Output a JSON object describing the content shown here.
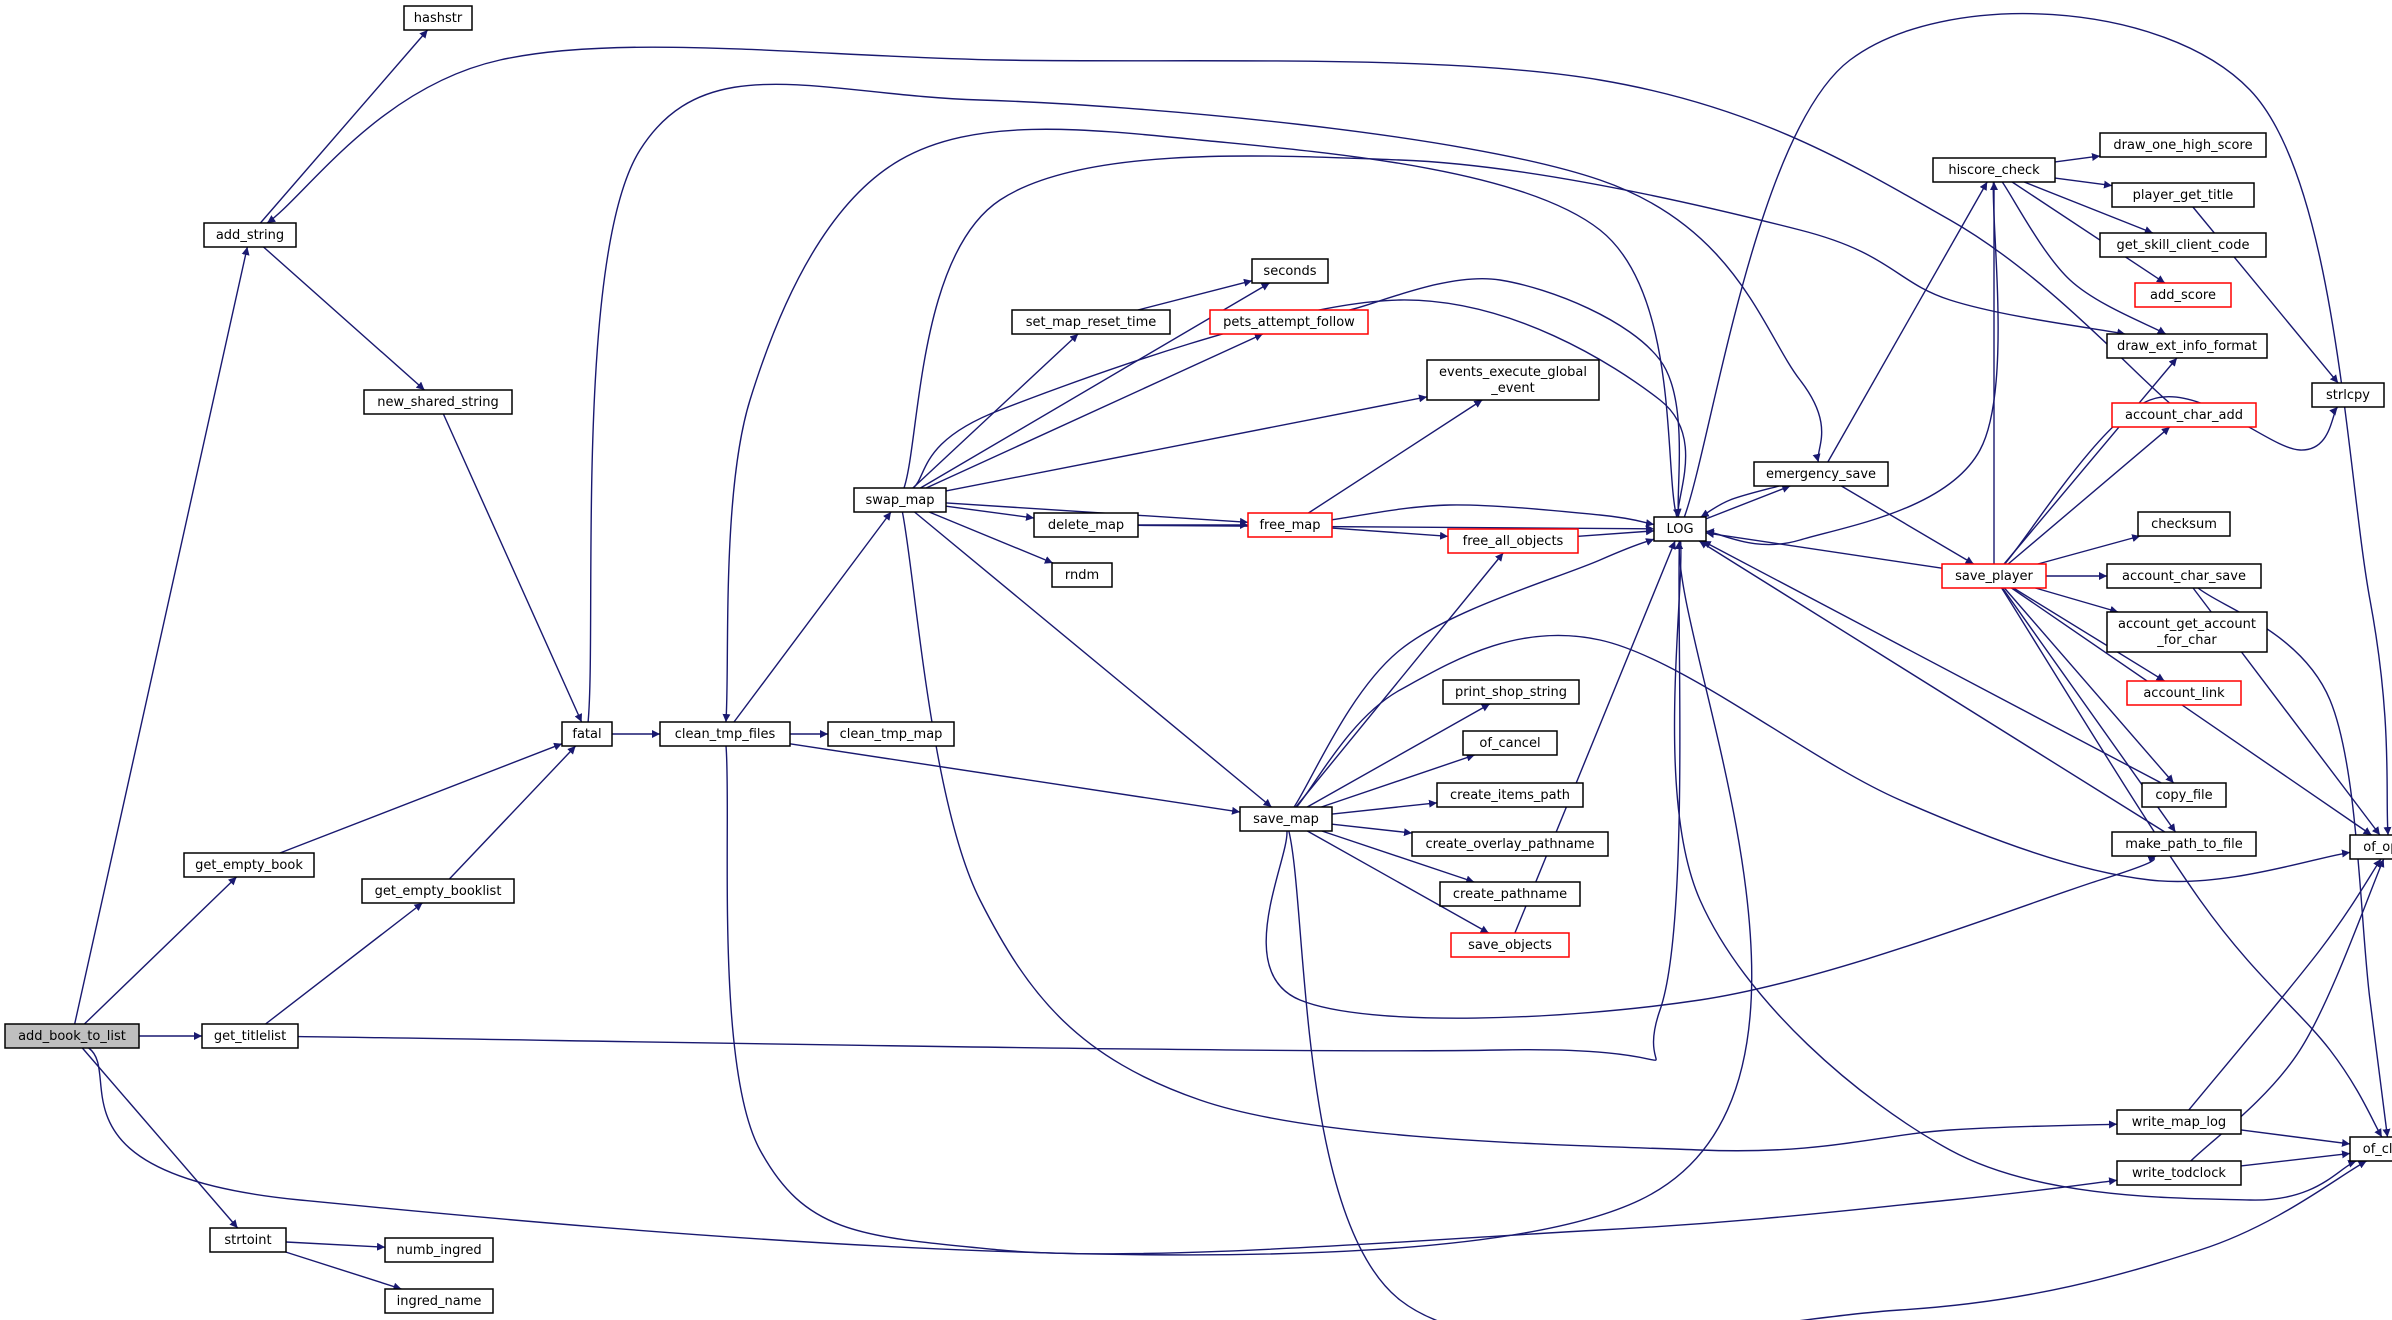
{
  "graph": {
    "edge_color": "#191970",
    "node_border": "#000000",
    "highlight_border": "#ff0000",
    "root_fill": "#bfbfbf",
    "nodes": [
      {
        "id": "add_book_to_list",
        "label": "add_book_to_list",
        "style": "root"
      },
      {
        "id": "add_string",
        "label": "add_string",
        "style": "normal"
      },
      {
        "id": "hashstr",
        "label": "hashstr",
        "style": "normal"
      },
      {
        "id": "new_shared_string",
        "label": "new_shared_string",
        "style": "normal"
      },
      {
        "id": "get_empty_book",
        "label": "get_empty_book",
        "style": "normal"
      },
      {
        "id": "get_empty_booklist",
        "label": "get_empty_booklist",
        "style": "normal"
      },
      {
        "id": "get_titlelist",
        "label": "get_titlelist",
        "style": "normal"
      },
      {
        "id": "strtoint",
        "label": "strtoint",
        "style": "normal"
      },
      {
        "id": "numb_ingred",
        "label": "numb_ingred",
        "style": "normal"
      },
      {
        "id": "ingred_name",
        "label": "ingred_name",
        "style": "normal"
      },
      {
        "id": "fatal",
        "label": "fatal",
        "style": "normal"
      },
      {
        "id": "clean_tmp_files",
        "label": "clean_tmp_files",
        "style": "normal"
      },
      {
        "id": "clean_tmp_map",
        "label": "clean_tmp_map",
        "style": "normal"
      },
      {
        "id": "swap_map",
        "label": "swap_map",
        "style": "normal"
      },
      {
        "id": "seconds",
        "label": "seconds",
        "style": "normal"
      },
      {
        "id": "set_map_reset_time",
        "label": "set_map_reset_time",
        "style": "normal"
      },
      {
        "id": "pets_attempt_follow",
        "label": "pets_attempt_follow",
        "style": "red"
      },
      {
        "id": "events_execute_global_event",
        "label": "events_execute_global\n_event",
        "style": "normal"
      },
      {
        "id": "delete_map",
        "label": "delete_map",
        "style": "normal"
      },
      {
        "id": "free_map",
        "label": "free_map",
        "style": "red"
      },
      {
        "id": "free_all_objects",
        "label": "free_all_objects",
        "style": "red"
      },
      {
        "id": "rndm",
        "label": "rndm",
        "style": "normal"
      },
      {
        "id": "LOG",
        "label": "LOG",
        "style": "normal"
      },
      {
        "id": "emergency_save",
        "label": "emergency_save",
        "style": "normal"
      },
      {
        "id": "save_map",
        "label": "save_map",
        "style": "normal"
      },
      {
        "id": "print_shop_string",
        "label": "print_shop_string",
        "style": "normal"
      },
      {
        "id": "of_cancel",
        "label": "of_cancel",
        "style": "normal"
      },
      {
        "id": "create_items_path",
        "label": "create_items_path",
        "style": "normal"
      },
      {
        "id": "create_overlay_pathname",
        "label": "create_overlay_pathname",
        "style": "normal"
      },
      {
        "id": "create_pathname",
        "label": "create_pathname",
        "style": "normal"
      },
      {
        "id": "save_objects",
        "label": "save_objects",
        "style": "red"
      },
      {
        "id": "hiscore_check",
        "label": "hiscore_check",
        "style": "normal"
      },
      {
        "id": "draw_one_high_score",
        "label": "draw_one_high_score",
        "style": "normal"
      },
      {
        "id": "player_get_title",
        "label": "player_get_title",
        "style": "normal"
      },
      {
        "id": "get_skill_client_code",
        "label": "get_skill_client_code",
        "style": "normal"
      },
      {
        "id": "add_score",
        "label": "add_score",
        "style": "red"
      },
      {
        "id": "draw_ext_info_format",
        "label": "draw_ext_info_format",
        "style": "normal"
      },
      {
        "id": "account_char_add",
        "label": "account_char_add",
        "style": "red"
      },
      {
        "id": "strlcpy",
        "label": "strlcpy",
        "style": "normal"
      },
      {
        "id": "save_player",
        "label": "save_player",
        "style": "red"
      },
      {
        "id": "checksum",
        "label": "checksum",
        "style": "normal"
      },
      {
        "id": "account_char_save",
        "label": "account_char_save",
        "style": "normal"
      },
      {
        "id": "account_get_account_for_char",
        "label": "account_get_account\n_for_char",
        "style": "normal"
      },
      {
        "id": "account_link",
        "label": "account_link",
        "style": "red"
      },
      {
        "id": "copy_file",
        "label": "copy_file",
        "style": "normal"
      },
      {
        "id": "make_path_to_file",
        "label": "make_path_to_file",
        "style": "normal"
      },
      {
        "id": "of_open",
        "label": "of_open",
        "style": "normal"
      },
      {
        "id": "write_map_log",
        "label": "write_map_log",
        "style": "normal"
      },
      {
        "id": "write_todclock",
        "label": "write_todclock",
        "style": "normal"
      },
      {
        "id": "of_close",
        "label": "of_close",
        "style": "normal"
      }
    ],
    "edges": [
      [
        "add_book_to_list",
        "add_string"
      ],
      [
        "add_book_to_list",
        "get_empty_book"
      ],
      [
        "add_book_to_list",
        "get_titlelist"
      ],
      [
        "add_book_to_list",
        "strtoint"
      ],
      [
        "add_book_to_list",
        "LOG"
      ],
      [
        "add_string",
        "hashstr"
      ],
      [
        "add_string",
        "new_shared_string"
      ],
      [
        "new_shared_string",
        "fatal"
      ],
      [
        "get_empty_book",
        "fatal"
      ],
      [
        "get_empty_booklist",
        "fatal"
      ],
      [
        "get_titlelist",
        "get_empty_booklist"
      ],
      [
        "get_titlelist",
        "LOG"
      ],
      [
        "strtoint",
        "numb_ingred"
      ],
      [
        "strtoint",
        "ingred_name"
      ],
      [
        "fatal",
        "clean_tmp_files"
      ],
      [
        "fatal",
        "emergency_save"
      ],
      [
        "clean_tmp_files",
        "clean_tmp_map"
      ],
      [
        "clean_tmp_files",
        "swap_map"
      ],
      [
        "clean_tmp_files",
        "save_map"
      ],
      [
        "clean_tmp_files",
        "write_todclock"
      ],
      [
        "swap_map",
        "seconds"
      ],
      [
        "swap_map",
        "set_map_reset_time"
      ],
      [
        "swap_map",
        "pets_attempt_follow"
      ],
      [
        "swap_map",
        "events_execute_global_event"
      ],
      [
        "swap_map",
        "delete_map"
      ],
      [
        "swap_map",
        "rndm"
      ],
      [
        "swap_map",
        "free_map"
      ],
      [
        "swap_map",
        "save_map"
      ],
      [
        "swap_map",
        "LOG"
      ],
      [
        "swap_map",
        "draw_ext_info_format"
      ],
      [
        "swap_map",
        "write_map_log"
      ],
      [
        "set_map_reset_time",
        "seconds"
      ],
      [
        "pets_attempt_follow",
        "LOG"
      ],
      [
        "delete_map",
        "free_map"
      ],
      [
        "delete_map",
        "LOG"
      ],
      [
        "free_map",
        "events_execute_global_event"
      ],
      [
        "free_map",
        "free_all_objects"
      ],
      [
        "free_map",
        "LOG"
      ],
      [
        "free_all_objects",
        "LOG"
      ],
      [
        "LOG",
        "clean_tmp_files"
      ],
      [
        "LOG",
        "emergency_save"
      ],
      [
        "LOG",
        "of_open"
      ],
      [
        "LOG",
        "of_close"
      ],
      [
        "emergency_save",
        "hiscore_check"
      ],
      [
        "emergency_save",
        "save_player"
      ],
      [
        "emergency_save",
        "LOG"
      ],
      [
        "save_map",
        "print_shop_string"
      ],
      [
        "save_map",
        "of_cancel"
      ],
      [
        "save_map",
        "create_items_path"
      ],
      [
        "save_map",
        "create_overlay_pathname"
      ],
      [
        "save_map",
        "create_pathname"
      ],
      [
        "save_map",
        "save_objects"
      ],
      [
        "save_map",
        "free_all_objects"
      ],
      [
        "save_map",
        "LOG"
      ],
      [
        "save_map",
        "make_path_to_file"
      ],
      [
        "save_map",
        "of_open"
      ],
      [
        "save_map",
        "of_close"
      ],
      [
        "save_objects",
        "LOG"
      ],
      [
        "hiscore_check",
        "draw_one_high_score"
      ],
      [
        "hiscore_check",
        "player_get_title"
      ],
      [
        "hiscore_check",
        "get_skill_client_code"
      ],
      [
        "hiscore_check",
        "add_score"
      ],
      [
        "hiscore_check",
        "draw_ext_info_format"
      ],
      [
        "hiscore_check",
        "LOG"
      ],
      [
        "player_get_title",
        "strlcpy"
      ],
      [
        "account_char_add",
        "add_string"
      ],
      [
        "save_player",
        "LOG"
      ],
      [
        "save_player",
        "hiscore_check"
      ],
      [
        "save_player",
        "checksum"
      ],
      [
        "save_player",
        "account_char_save"
      ],
      [
        "save_player",
        "account_get_account_for_char"
      ],
      [
        "save_player",
        "account_link"
      ],
      [
        "save_player",
        "copy_file"
      ],
      [
        "save_player",
        "make_path_to_file"
      ],
      [
        "save_player",
        "account_char_add"
      ],
      [
        "save_player",
        "draw_ext_info_format"
      ],
      [
        "save_player",
        "strlcpy"
      ],
      [
        "save_player",
        "of_open"
      ],
      [
        "save_player",
        "of_close"
      ],
      [
        "account_char_save",
        "of_open"
      ],
      [
        "account_char_save",
        "of_close"
      ],
      [
        "copy_file",
        "LOG"
      ],
      [
        "make_path_to_file",
        "LOG"
      ],
      [
        "write_map_log",
        "of_open"
      ],
      [
        "write_map_log",
        "of_close"
      ],
      [
        "write_todclock",
        "of_open"
      ],
      [
        "write_todclock",
        "of_close"
      ]
    ]
  }
}
